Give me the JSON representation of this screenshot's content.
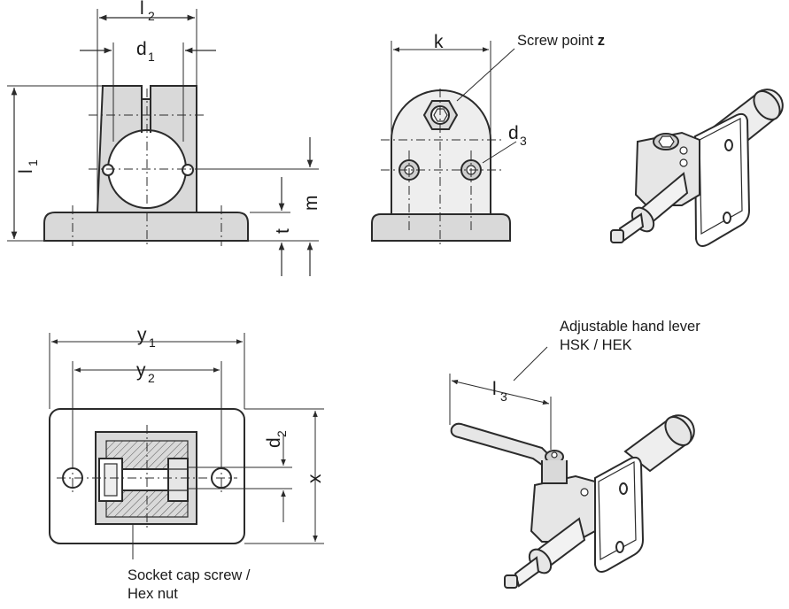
{
  "labels": {
    "l2": "l",
    "l2_sub": "2",
    "d1": "d",
    "d1_sub": "1",
    "l1": "l",
    "l1_sub": "1",
    "m": "m",
    "t": "t",
    "k": "k",
    "d3": "d",
    "d3_sub": "3",
    "screw_point_text": "Screw point ",
    "screw_point_z": "z",
    "y1": "y",
    "y1_sub": "1",
    "y2": "y",
    "y2_sub": "2",
    "d2": "d",
    "d2_sub": "2",
    "x": "x",
    "socket_line1": "Socket cap screw /",
    "socket_line2": "Hex nut",
    "lever_line1": "Adjustable hand lever",
    "lever_line2": "HSK / HEK",
    "l3": "l",
    "l3_sub": "3"
  },
  "colors": {
    "line": "#2b2b2b",
    "shade": "#d9d9d9",
    "light": "#eeeeee"
  }
}
